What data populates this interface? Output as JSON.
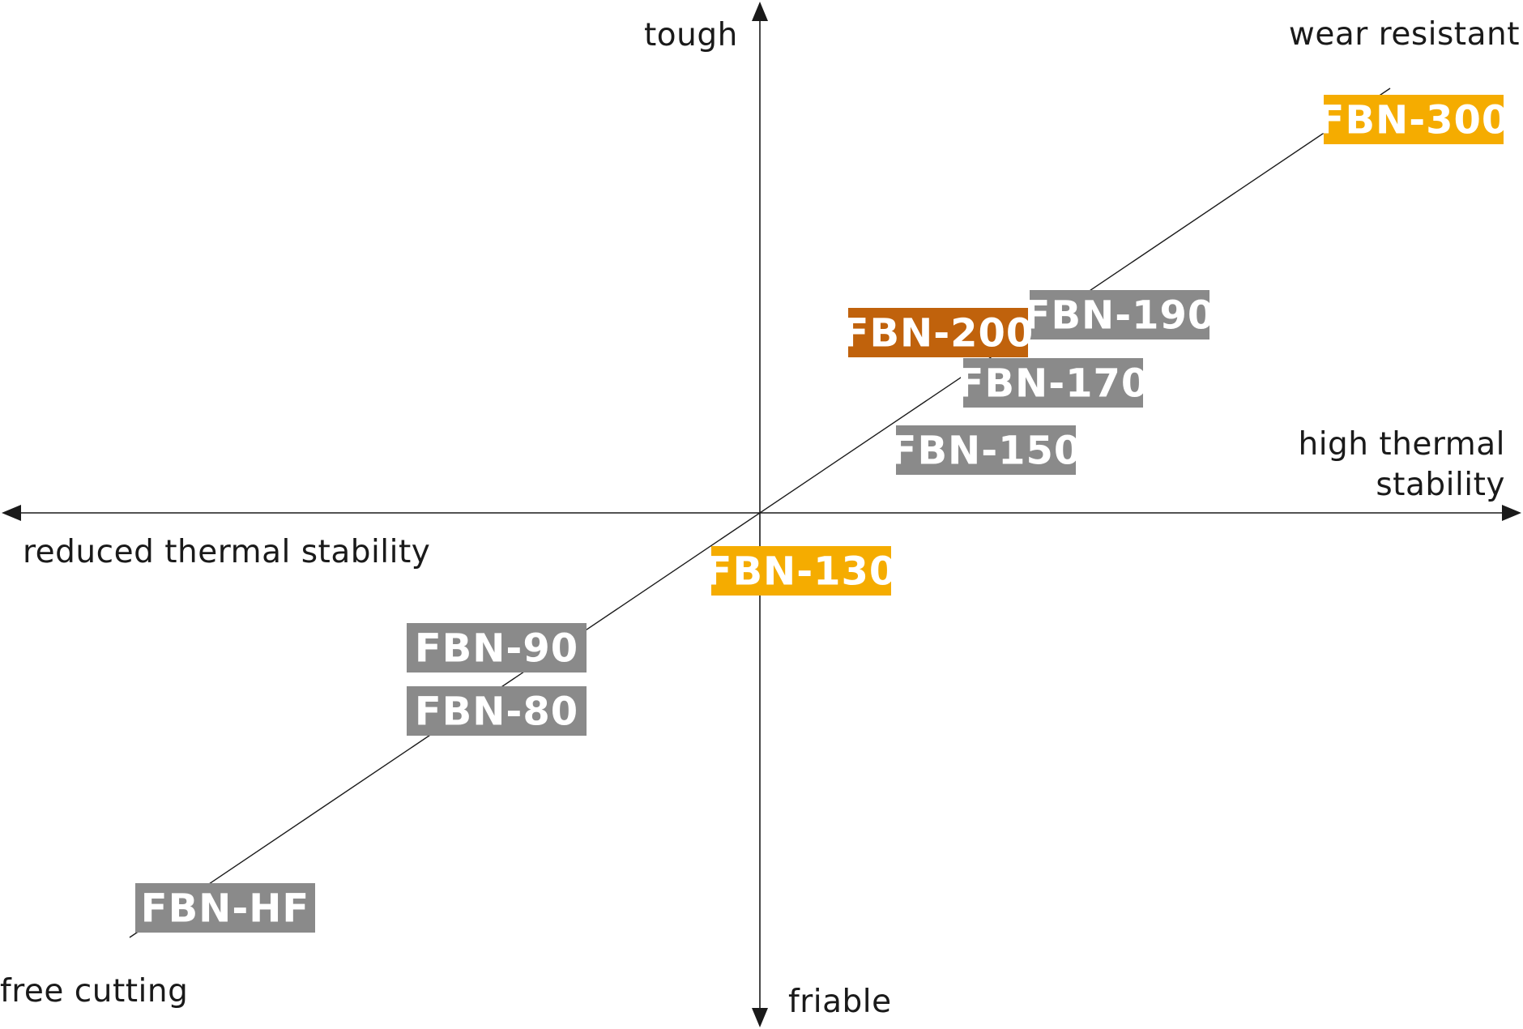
{
  "axes": {
    "top": "tough",
    "bottom": "friable",
    "left": "reduced thermal stability",
    "right_line1": "high thermal",
    "right_line2": "stability",
    "diag_upper": "wear resistant",
    "diag_lower": "free cutting"
  },
  "colors": {
    "gray": "#8a8a8a",
    "yellow": "#f5ac00",
    "orange": "#c0620c",
    "text": "#ffffff",
    "line": "#1a1a1a"
  },
  "products": [
    {
      "label": "FBN-300",
      "color": "yellow"
    },
    {
      "label": "FBN-190",
      "color": "gray"
    },
    {
      "label": "FBN-200",
      "color": "orange"
    },
    {
      "label": "FBN-170",
      "color": "gray"
    },
    {
      "label": "FBN-150",
      "color": "gray"
    },
    {
      "label": "FBN-130",
      "color": "yellow"
    },
    {
      "label": "FBN-90",
      "color": "gray"
    },
    {
      "label": "FBN-80",
      "color": "gray"
    },
    {
      "label": "FBN-HF",
      "color": "gray"
    }
  ]
}
